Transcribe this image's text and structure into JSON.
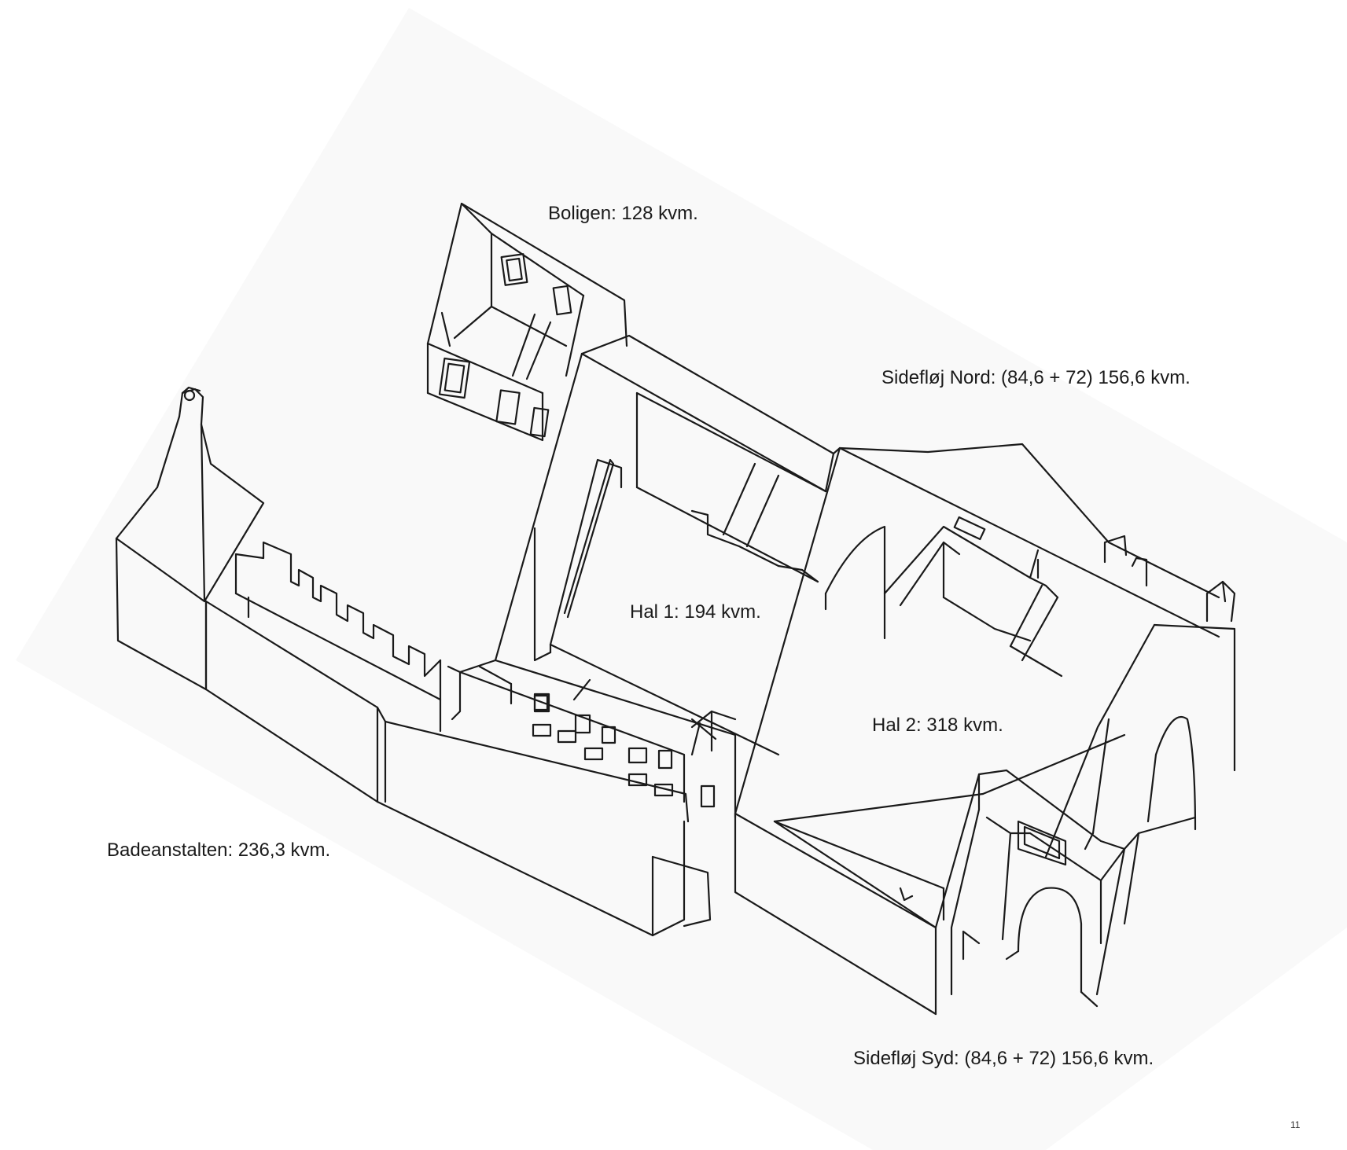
{
  "labels": {
    "boligen": "Boligen: 128 kvm.",
    "sidefloj_nord": "Sidefløj Nord: (84,6 + 72) 156,6 kvm.",
    "hal1": "Hal 1: 194 kvm.",
    "hal2": "Hal 2: 318 kvm.",
    "badeanstalten": "Badeanstalten: 236,3 kvm.",
    "sidefloj_syd": "Sidefløj Syd: (84,6 + 72) 156,6 kvm."
  },
  "page_number": "11",
  "colors": {
    "background": "#ffffff",
    "backdrop": "#f9f9f9",
    "line": "#1a1a1a"
  }
}
